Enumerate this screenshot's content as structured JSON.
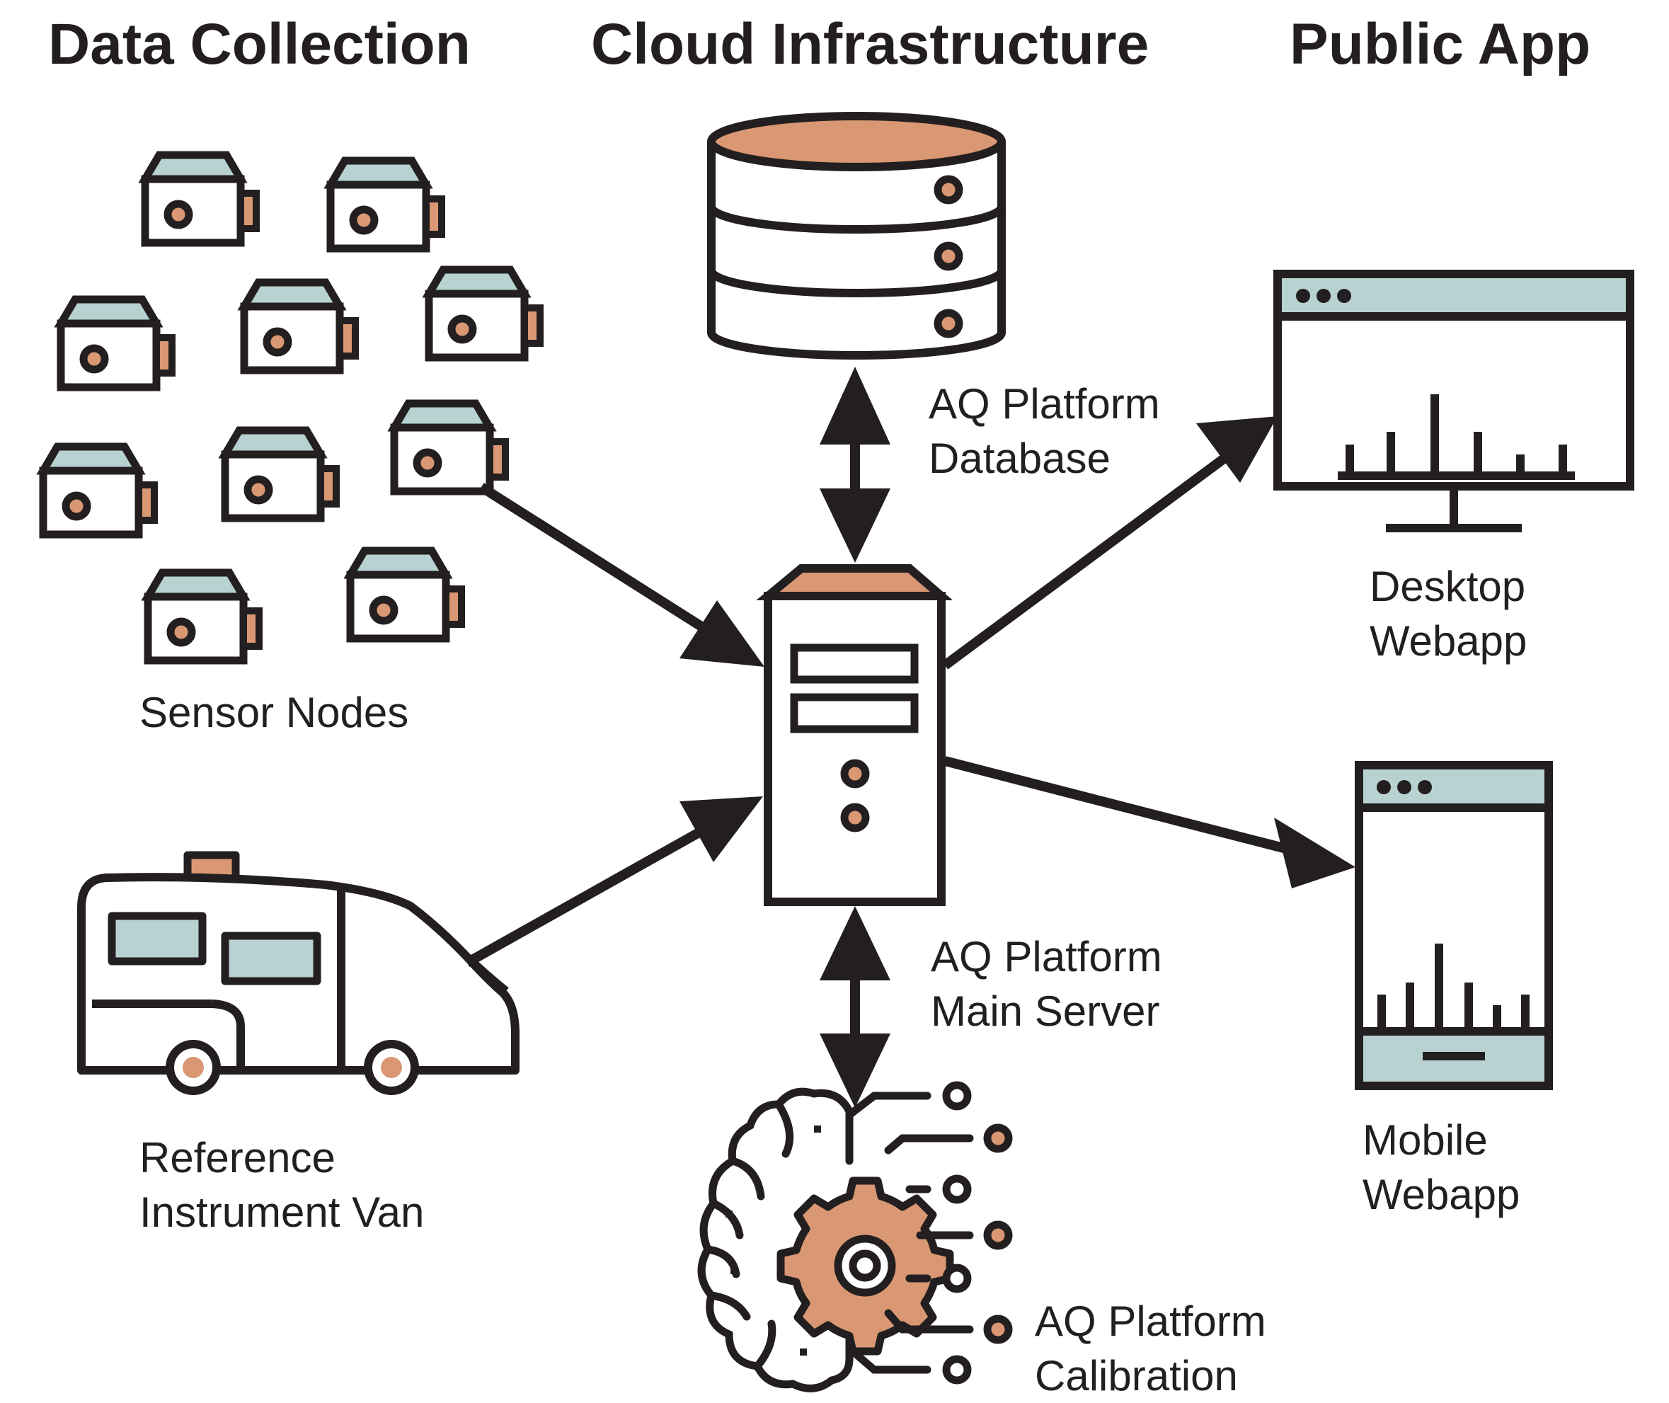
{
  "headers": {
    "data_collection": "Data Collection",
    "cloud_infrastructure": "Cloud Infrastructure",
    "public_app": "Public App"
  },
  "labels": {
    "sensor_nodes": "Sensor Nodes",
    "reference_van": [
      "Reference",
      "Instrument Van"
    ],
    "database": [
      "AQ Platform",
      "Database"
    ],
    "main_server": [
      "AQ Platform",
      "Main Server"
    ],
    "calibration": [
      "AQ Platform",
      "Calibration"
    ],
    "desktop_webapp": [
      "Desktop",
      "Webapp"
    ],
    "mobile_webapp": [
      "Mobile",
      "Webapp"
    ]
  },
  "colors": {
    "stroke": "#231f20",
    "accent": "#d99873",
    "screen": "#b7d2d1",
    "background": "#ffffff"
  },
  "icons": {
    "sensor": "sensor-node-icon",
    "van": "van-icon",
    "database": "database-icon",
    "server": "server-icon",
    "brain": "brain-gear-icon",
    "desktop": "desktop-monitor-icon",
    "mobile": "mobile-phone-icon"
  }
}
